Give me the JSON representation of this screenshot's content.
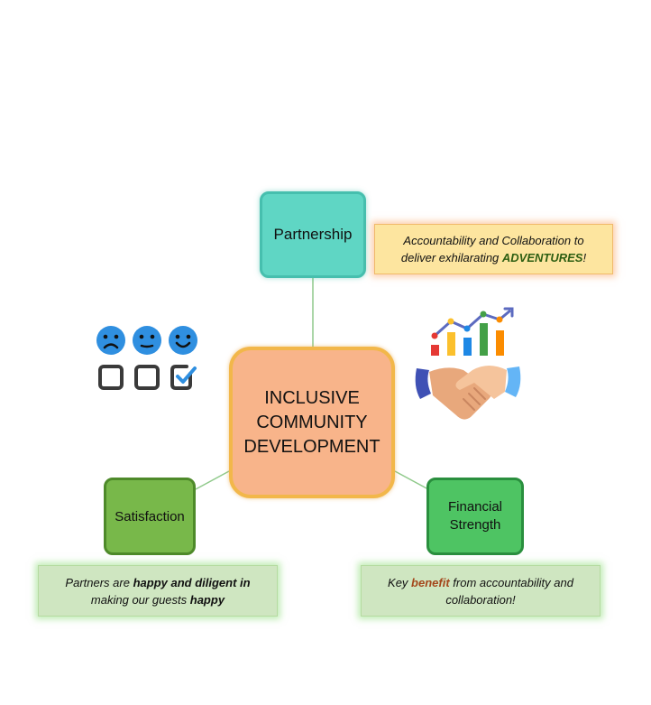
{
  "diagram": {
    "center": {
      "lines": [
        "INCLUSIVE",
        "COMMUNITY",
        "DEVELOPMENT"
      ]
    },
    "partnership": {
      "label": "Partnership"
    },
    "satisfaction": {
      "label": "Satisfaction"
    },
    "financial": {
      "lines": [
        "Financial",
        "Strength"
      ]
    },
    "callouts": {
      "top": {
        "line1": "Accountability and Collaboration to",
        "line2_prefix": "deliver exhilarating ",
        "line2_highlight": "ADVENTURES",
        "line2_suffix": "!"
      },
      "left": {
        "line1_prefix": "Partners are ",
        "line1_bold": "happy and diligent in",
        "line2_prefix": "making our guests ",
        "line2_bold": "happy"
      },
      "right": {
        "line1_prefix": "Key ",
        "line1_highlight": "benefit",
        "line1_suffix": " from accountability and",
        "line2": "collaboration!"
      }
    },
    "icons": {
      "feedback": "sad-neutral-happy-faces-with-checkboxes-icon",
      "handshake": "handshake-with-growth-chart-icon"
    }
  },
  "colors": {
    "partnership": "#5fd6c4",
    "center": "#f8b48a",
    "satisfaction": "#78b84a",
    "financial": "#4ec463",
    "callout_top": "#fde59f",
    "callout_bottom": "#cfe6c1",
    "connector": "#8fc98a"
  }
}
